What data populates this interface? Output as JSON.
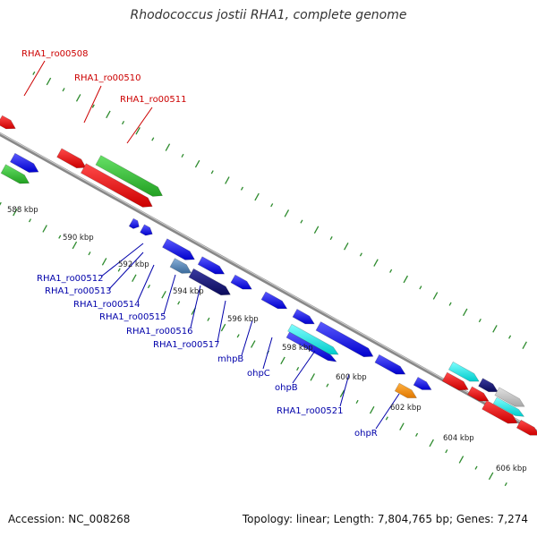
{
  "title": "Rhodococcus jostii RHA1, complete genome",
  "footer": {
    "accession": "Accession: NC_008268",
    "topology": "Topology: linear; Length: 7,804,765 bp; Genes: 7,274"
  },
  "colors": {
    "highlight_label": "#cc0000",
    "gene_label": "#0000aa",
    "tick": "#2e8b2e",
    "backbone": "#888888"
  },
  "scale_labels": [
    "588 kbp",
    "590 kbp",
    "592 kbp",
    "594 kbp",
    "596 kbp",
    "598 kbp",
    "600 kbp",
    "602 kbp",
    "604 kbp",
    "606 kbp"
  ],
  "highlight_genes": [
    "RHA1_ro00508",
    "RHA1_ro00510",
    "RHA1_ro00511"
  ],
  "gene_labels": [
    "RHA1_ro00512",
    "RHA1_ro00513",
    "RHA1_ro00514",
    "RHA1_ro00515",
    "RHA1_ro00516",
    "RHA1_ro00517",
    "mhpB",
    "ohpC",
    "ohpB",
    "RHA1_ro00521",
    "ohpR"
  ]
}
